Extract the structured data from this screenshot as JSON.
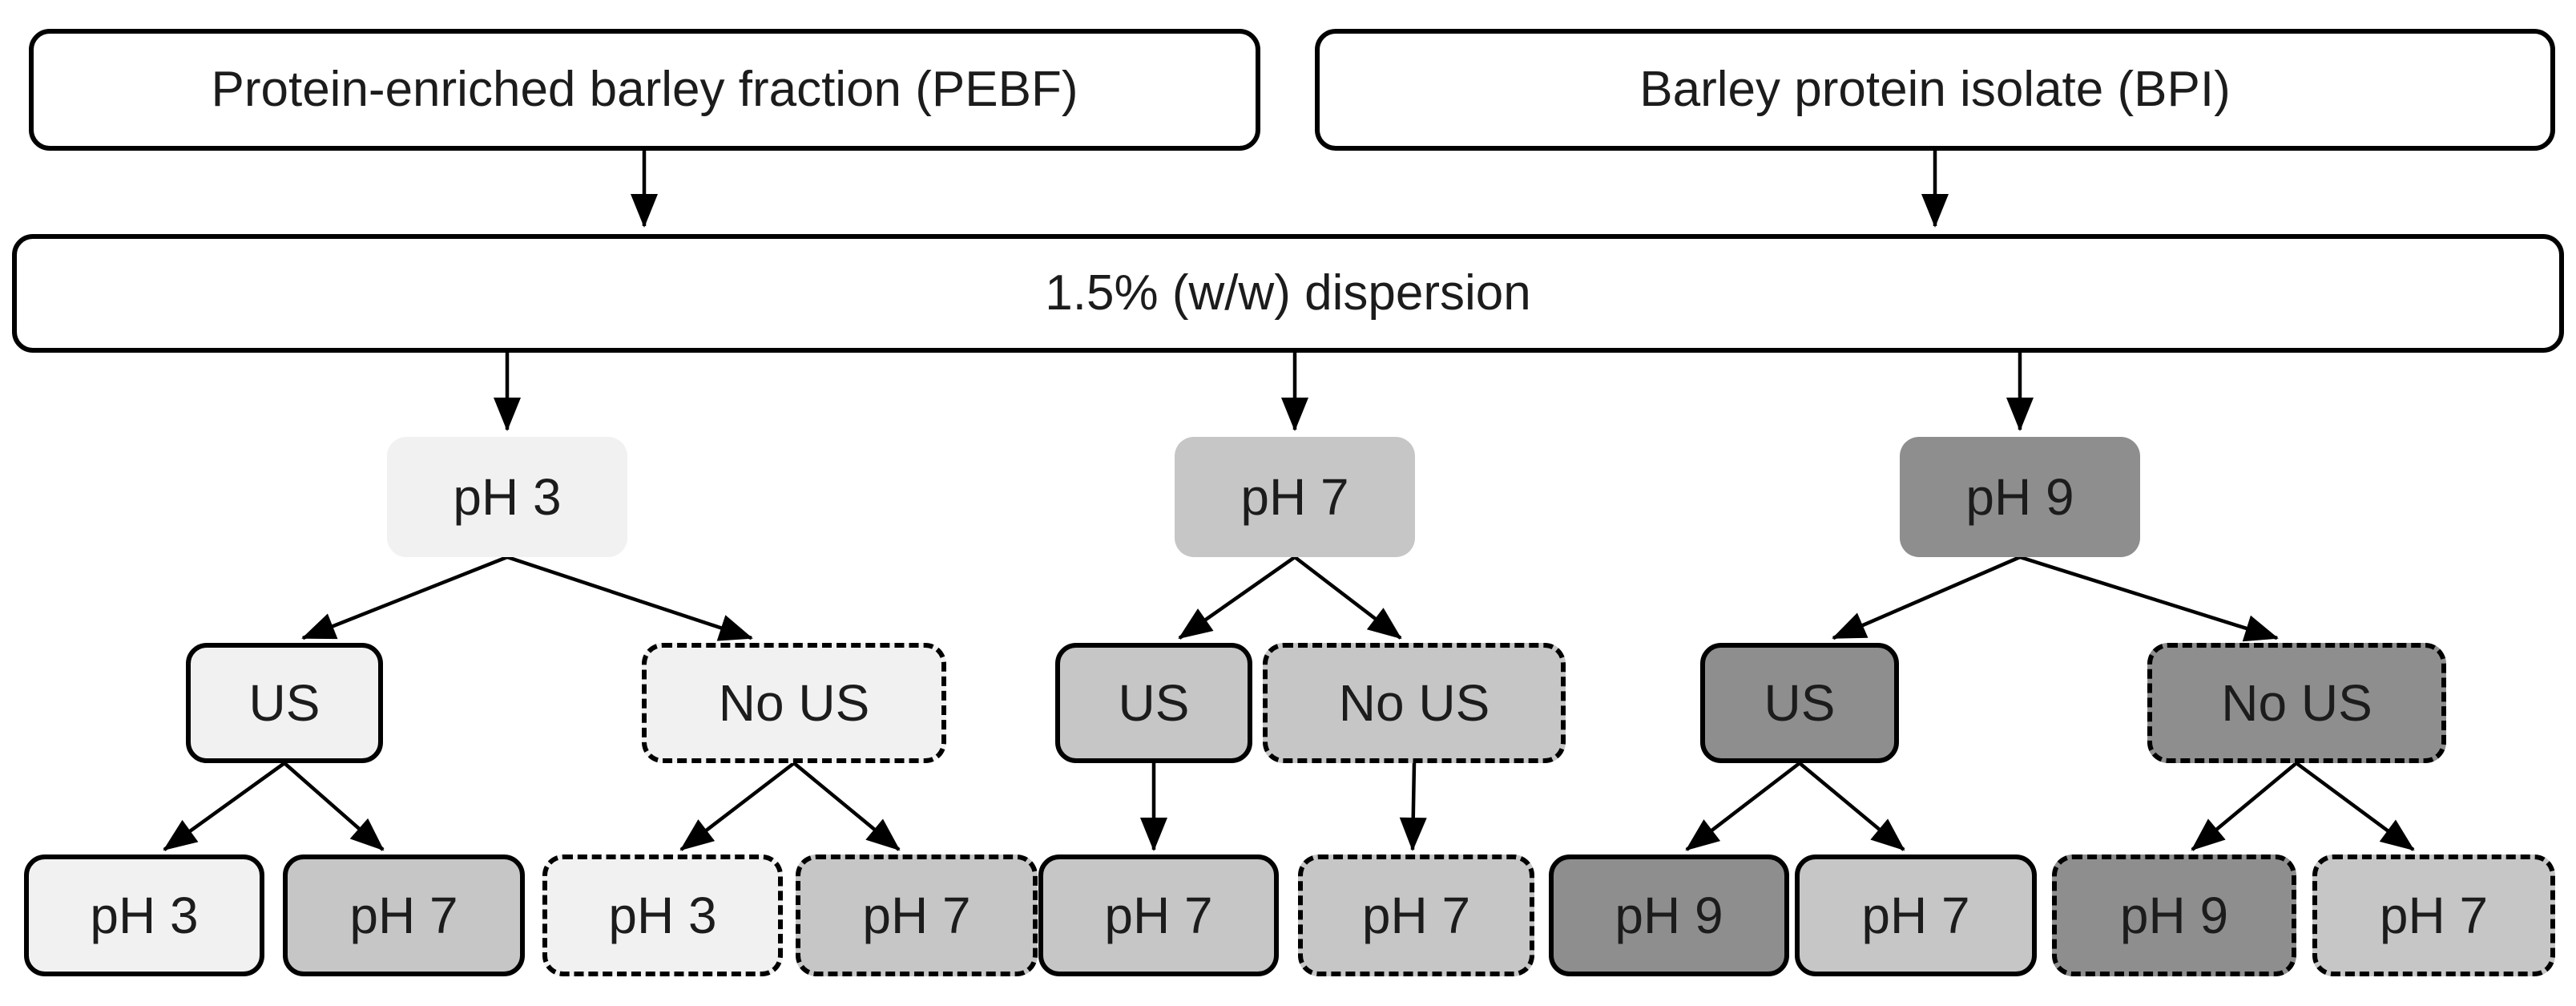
{
  "flowchart": {
    "sources": [
      {
        "id": "pebf",
        "label": "Protein-enriched barley fraction (PEBF)"
      },
      {
        "id": "bpi",
        "label": "Barley protein isolate (BPI)"
      }
    ],
    "dispersion": {
      "label": "1.5% (w/w) dispersion"
    },
    "ph_branches": [
      {
        "label": "pH 3",
        "tone": "light",
        "treatments": [
          {
            "label": "US",
            "style": "solid",
            "tone": "light",
            "outcomes": [
              {
                "label": "pH 3",
                "style": "solid",
                "tone": "light"
              },
              {
                "label": "pH 7",
                "style": "solid",
                "tone": "medium"
              }
            ]
          },
          {
            "label": "No US",
            "style": "dashed",
            "tone": "light",
            "outcomes": [
              {
                "label": "pH 3",
                "style": "dashed",
                "tone": "light"
              },
              {
                "label": "pH 7",
                "style": "dashed",
                "tone": "medium"
              }
            ]
          }
        ]
      },
      {
        "label": "pH 7",
        "tone": "medium",
        "treatments": [
          {
            "label": "US",
            "style": "solid",
            "tone": "medium",
            "outcomes": [
              {
                "label": "pH 7",
                "style": "solid",
                "tone": "medium"
              }
            ]
          },
          {
            "label": "No US",
            "style": "dashed",
            "tone": "medium",
            "outcomes": [
              {
                "label": "pH 7",
                "style": "dashed",
                "tone": "medium"
              }
            ]
          }
        ]
      },
      {
        "label": "pH 9",
        "tone": "dark",
        "treatments": [
          {
            "label": "US",
            "style": "solid",
            "tone": "dark",
            "outcomes": [
              {
                "label": "pH 9",
                "style": "solid",
                "tone": "dark"
              },
              {
                "label": "pH 7",
                "style": "solid",
                "tone": "medium"
              }
            ]
          },
          {
            "label": "No US",
            "style": "dashed",
            "tone": "dark",
            "outcomes": [
              {
                "label": "pH 9",
                "style": "dashed",
                "tone": "dark"
              },
              {
                "label": "pH 7",
                "style": "dashed",
                "tone": "medium"
              }
            ]
          }
        ]
      }
    ],
    "colors": {
      "white": "#ffffff",
      "light": "#f1f1f1",
      "medium": "#c6c6c6",
      "dark": "#8e8e8e",
      "line": "#000000"
    }
  }
}
